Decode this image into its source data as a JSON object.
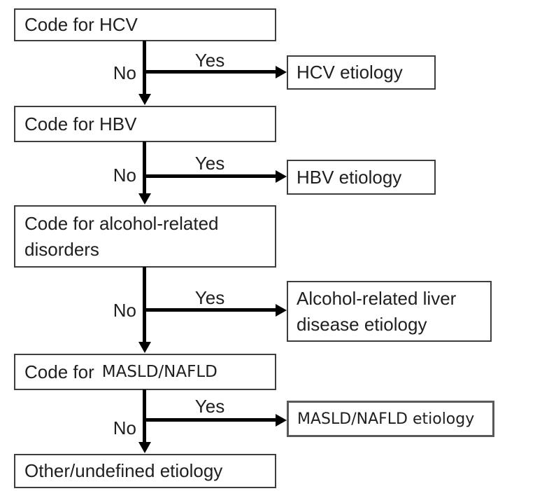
{
  "palette": {
    "background": "#ffffff",
    "box_border": "#3d3d3d",
    "emphasis_box_border": "#595959",
    "text": "#1f1f1f",
    "arrow": "#000000"
  },
  "flowchart": {
    "yes_label": "Yes",
    "no_label": "No",
    "steps": [
      {
        "question": "Code for HCV",
        "yes_result": "HCV etiology"
      },
      {
        "question": "Code for HBV",
        "yes_result": "HBV etiology"
      },
      {
        "question": "Code for alcohol-related disorders",
        "yes_result": "Alcohol-related liver disease etiology"
      },
      {
        "question_prefix": "Code for",
        "question_term": "MASLD/NAFLD",
        "yes_result": "MASLD/NAFLD etiology"
      }
    ],
    "final_result": "Other/undefined etiology"
  }
}
